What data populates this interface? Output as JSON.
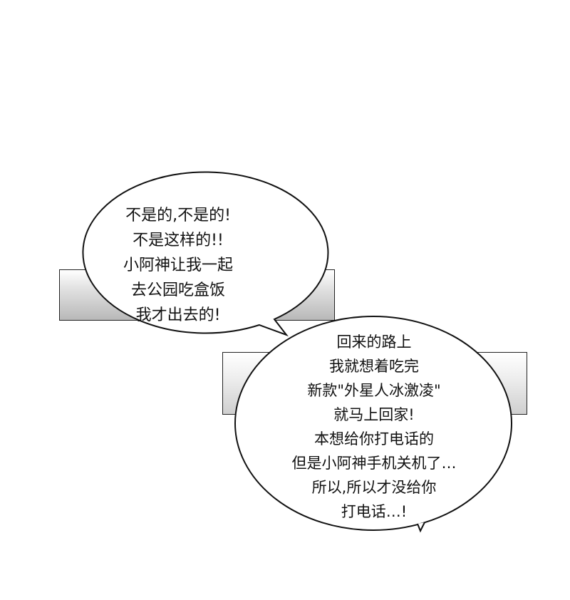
{
  "bubble_left": {
    "lines": [
      "不是的,不是的!",
      "不是这样的!!",
      "小阿神让我一起",
      "去公园吃盒饭",
      "我才出去的!"
    ]
  },
  "bubble_right": {
    "lines": [
      "回来的路上",
      "我就想着吃完",
      "新款\"外星人冰激凌\"",
      "就马上回家!",
      "本想给你打电话的",
      "但是小阿神手机关机了…",
      "所以,所以才没给你",
      "打电话…!"
    ]
  }
}
